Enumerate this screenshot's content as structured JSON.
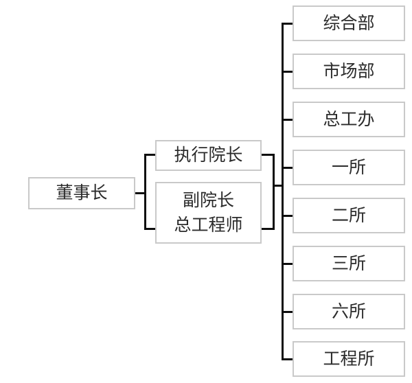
{
  "chart_data": {
    "type": "diagram",
    "diagram_type": "organization-chart",
    "title": "",
    "orientation": "left-to-right",
    "levels": 3,
    "colors": {
      "box_border": "#c9c9c9",
      "box_fill": "#ffffff",
      "connector": "#0d0d0d",
      "text": "#2b2b2b",
      "background": "#ffffff"
    },
    "nodes": [
      {
        "id": "root",
        "label": "董事长",
        "level": 1,
        "parent": null
      },
      {
        "id": "mid0",
        "label": "执行院长",
        "level": 2,
        "parent": "root"
      },
      {
        "id": "mid1",
        "label": "副院长 总工程师",
        "lines": [
          "副院长",
          "总工程师"
        ],
        "level": 2,
        "parent": "root"
      },
      {
        "id": "leaf0",
        "label": "综合部",
        "level": 3,
        "parent": "mid"
      },
      {
        "id": "leaf1",
        "label": "市场部",
        "level": 3,
        "parent": "mid"
      },
      {
        "id": "leaf2",
        "label": "总工办",
        "level": 3,
        "parent": "mid"
      },
      {
        "id": "leaf3",
        "label": "一所",
        "level": 3,
        "parent": "mid"
      },
      {
        "id": "leaf4",
        "label": "二所",
        "level": 3,
        "parent": "mid"
      },
      {
        "id": "leaf5",
        "label": "三所",
        "level": 3,
        "parent": "mid"
      },
      {
        "id": "leaf6",
        "label": "六所",
        "level": 3,
        "parent": "mid"
      },
      {
        "id": "leaf7",
        "label": "工程所",
        "level": 3,
        "parent": "mid"
      }
    ]
  },
  "root": {
    "label": "董事长"
  },
  "middle": {
    "nodes": [
      {
        "label": "执行院长"
      },
      {
        "line1": "副院长",
        "line2": "总工程师"
      }
    ]
  },
  "departments": {
    "items": [
      {
        "label": "综合部"
      },
      {
        "label": "市场部"
      },
      {
        "label": "总工办"
      },
      {
        "label": "一所"
      },
      {
        "label": "二所"
      },
      {
        "label": "三所"
      },
      {
        "label": "六所"
      },
      {
        "label": "工程所"
      }
    ]
  }
}
